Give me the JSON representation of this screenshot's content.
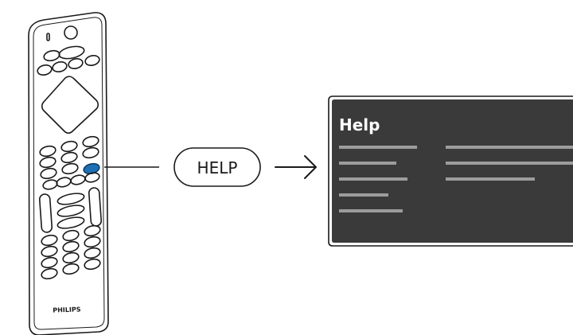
{
  "remote": {
    "brand": "PHILIPS",
    "highlighted_key": "help",
    "highlight_color": "#1f6fb5"
  },
  "callout": {
    "key_label": "HELP",
    "arrow_icon": "right-arrow-icon"
  },
  "tv_screen": {
    "title": "Help",
    "background_color": "#3a3a3a",
    "menu_left_items": 5,
    "menu_right_items": 3
  }
}
